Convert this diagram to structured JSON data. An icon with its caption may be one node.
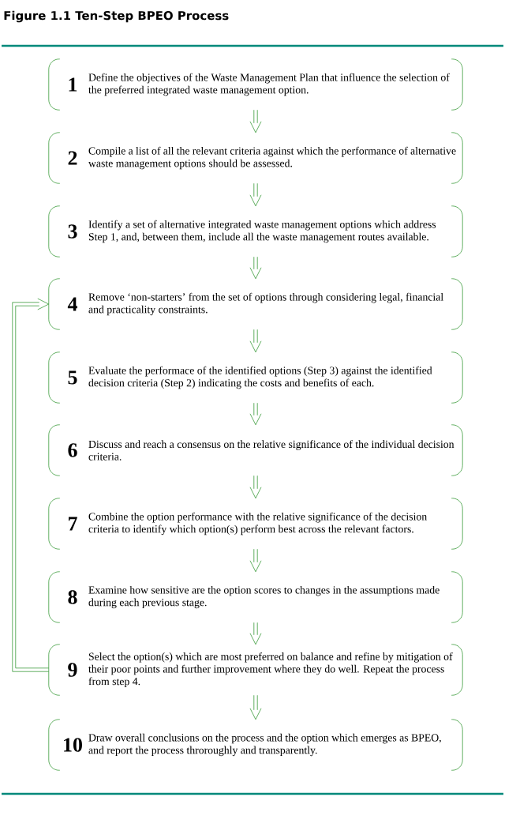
{
  "diagram": {
    "title": "Figure 1.1 Ten-Step BPEO Process",
    "nodes": [
      {
        "text": [
          "1",
          "Define the objectives of the Waste Management Plan that influence the selection of the preferred integrated waste management option."
        ]
      },
      {
        "text": [
          "2",
          "Compile a list of all the relevant criteria against which the performance of alternative waste management options should be assessed."
        ]
      },
      {
        "text": [
          "3",
          "Identify a set of alternative integrated waste management options which address Step 1, and, between them, include all the waste management routes available."
        ]
      },
      {
        "text": [
          "4",
          "Remove ‘non-starters’ from the set of options through considering legal, financial and practicality constraints."
        ]
      },
      {
        "text": [
          "5",
          "Evaluate the performace of the identified options (Step 3) against the identified decision criteria (Step 2) indicating the costs and benefits of each."
        ]
      },
      {
        "text": [
          "6",
          "Discuss and reach a consensus on the relative significance of the individual decision criteria."
        ]
      },
      {
        "text": [
          "7",
          "Combine the option performance with the relative significance of the decision criteria to identify which option(s) perform best across the relevant factors."
        ]
      },
      {
        "text": [
          "8",
          "Examine how sensitive are the option scores to changes in the assumptions made during each previous stage."
        ]
      },
      {
        "text": [
          "9",
          "Select the option(s) which are most preferred on balance and refine by mitigation of their poor points and further improvement where they do well. Repeat the process from step 4."
        ]
      },
      {
        "text": [
          "10",
          "Draw overall conclusions on the process and the option which emerges as BPEO, and report the process throroughly and transparently."
        ]
      }
    ],
    "edges": [
      {
        "from": 0,
        "to": 1,
        "arrow": "to"
      },
      {
        "from": 1,
        "to": 2,
        "arrow": "to"
      },
      {
        "from": 2,
        "to": 3,
        "arrow": "to"
      },
      {
        "from": 3,
        "to": 4,
        "arrow": "to"
      },
      {
        "from": 4,
        "to": 5,
        "arrow": "to"
      },
      {
        "from": 5,
        "to": 6,
        "arrow": "to"
      },
      {
        "from": 6,
        "to": 7,
        "arrow": "to"
      },
      {
        "from": 7,
        "to": 8,
        "arrow": "to"
      },
      {
        "from": 8,
        "to": 9,
        "arrow": "to"
      },
      {
        "from": 8,
        "to": 3,
        "arrow": "to"
      }
    ]
  }
}
